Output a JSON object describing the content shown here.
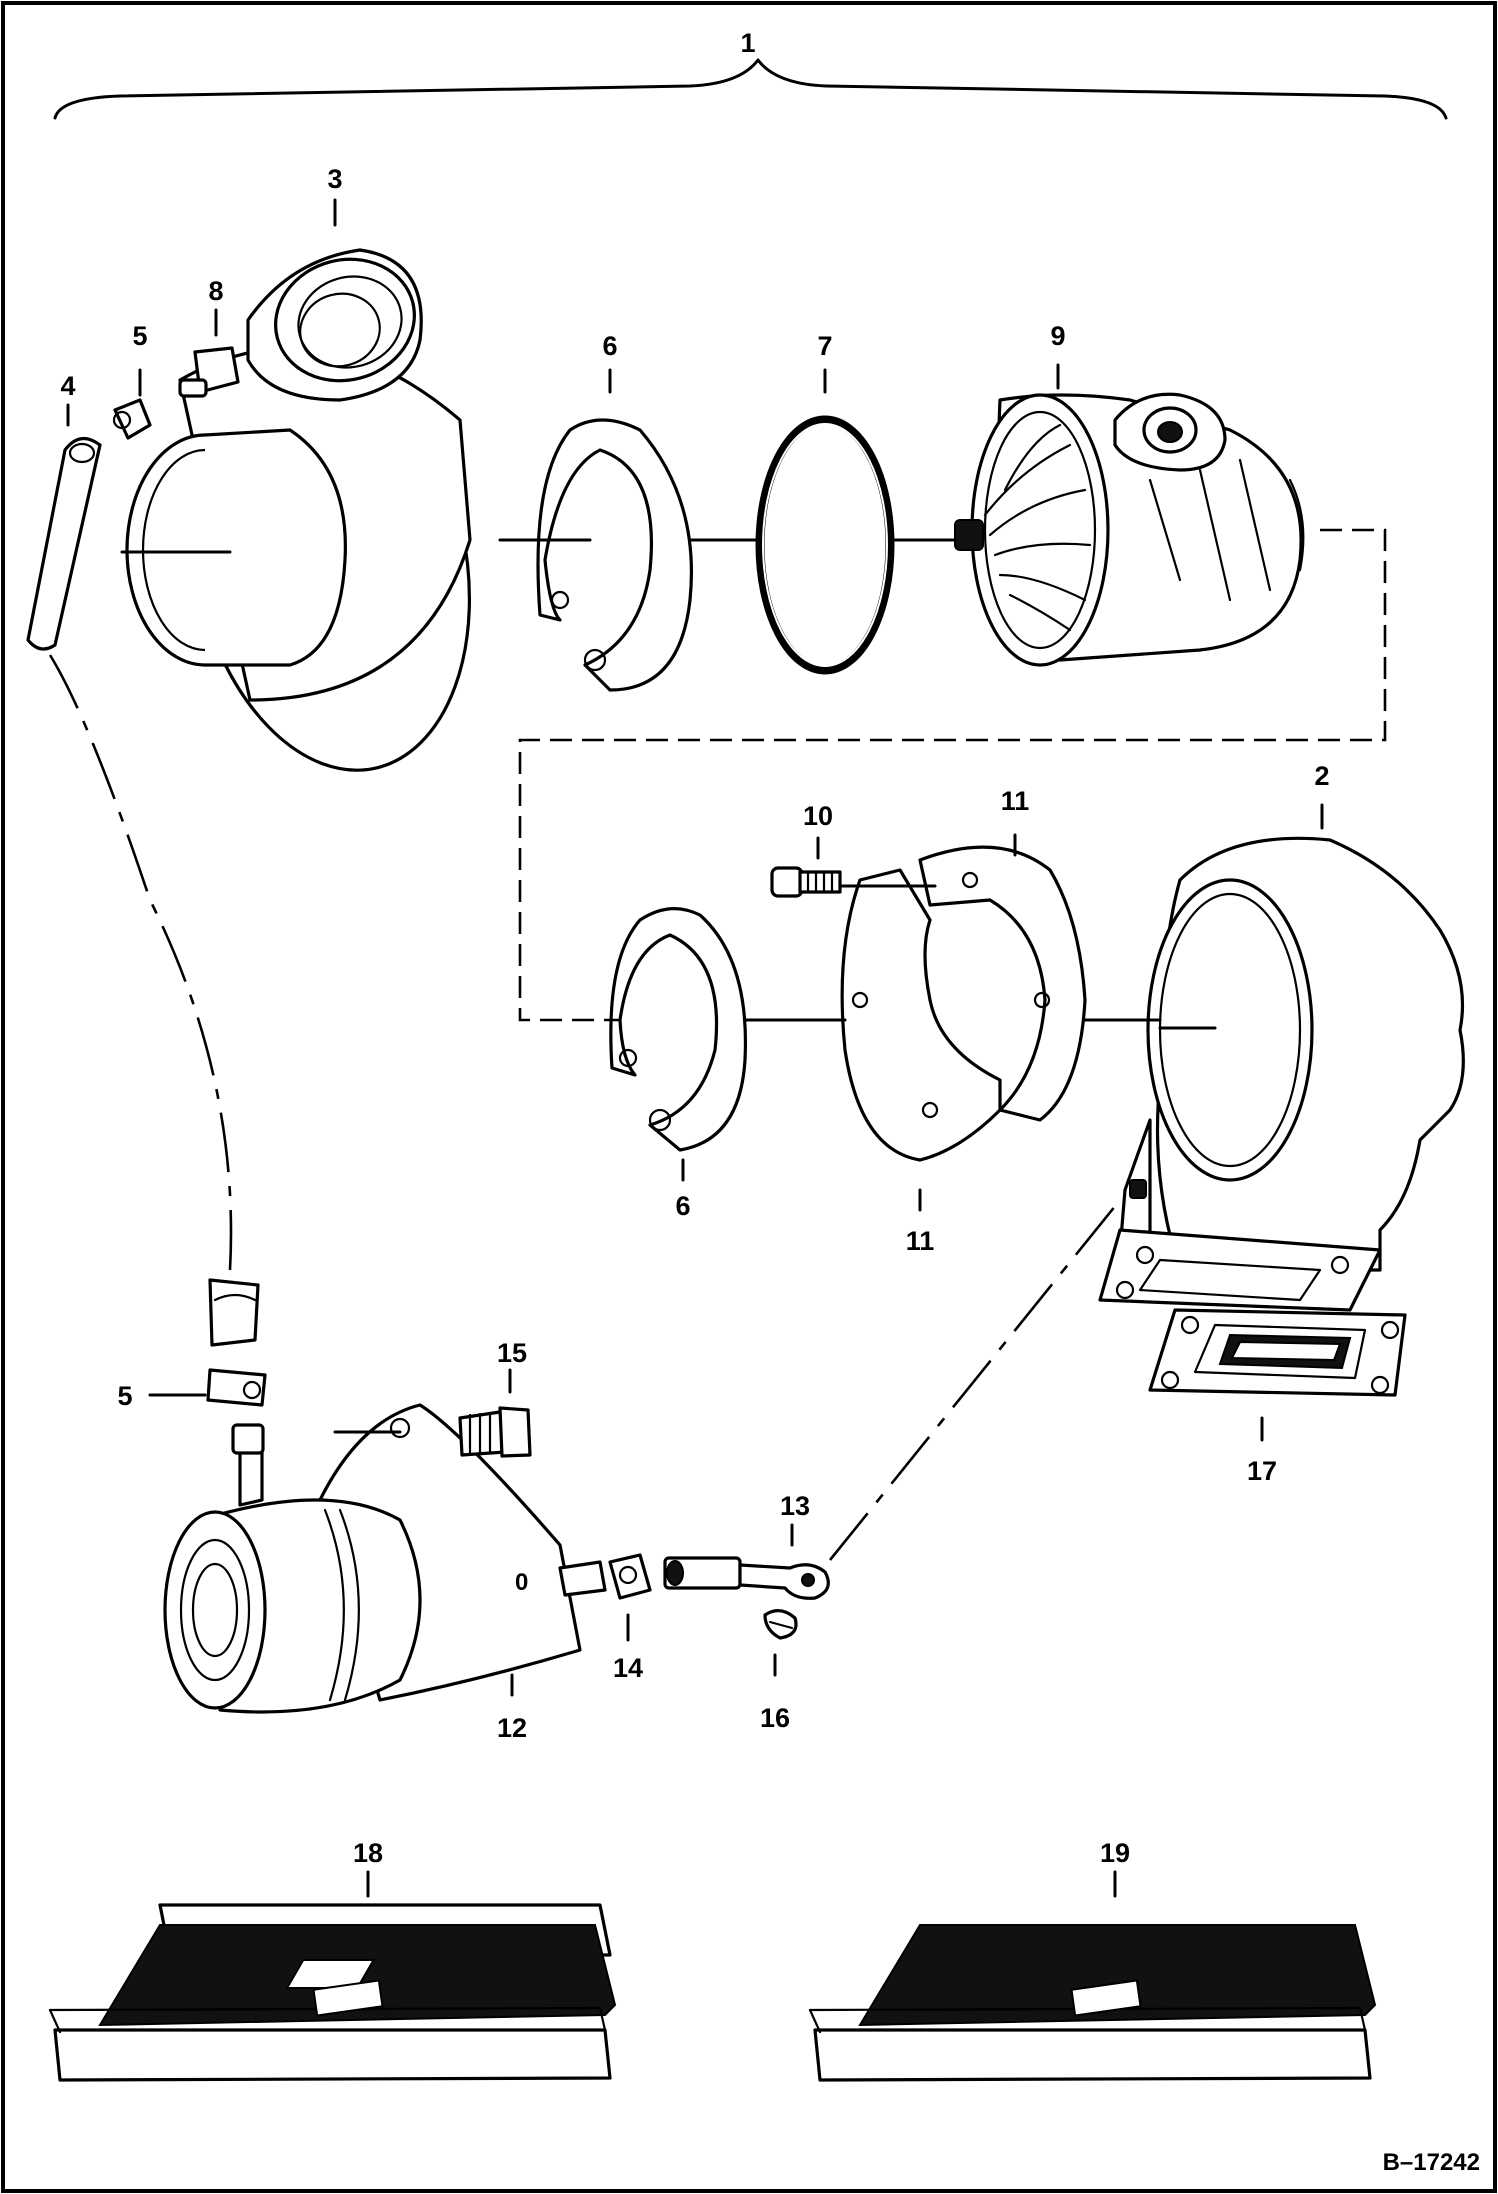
{
  "figure": {
    "reference": "B–17242",
    "callouts": [
      {
        "id": "c1",
        "text": "1"
      },
      {
        "id": "c3",
        "text": "3"
      },
      {
        "id": "c8",
        "text": "8"
      },
      {
        "id": "c5a",
        "text": "5"
      },
      {
        "id": "c4",
        "text": "4"
      },
      {
        "id": "c6a",
        "text": "6"
      },
      {
        "id": "c7",
        "text": "7"
      },
      {
        "id": "c9",
        "text": "9"
      },
      {
        "id": "c10",
        "text": "10"
      },
      {
        "id": "c11a",
        "text": "11"
      },
      {
        "id": "c2",
        "text": "2"
      },
      {
        "id": "c6b",
        "text": "6"
      },
      {
        "id": "c11b",
        "text": "11"
      },
      {
        "id": "c5b",
        "text": "5"
      },
      {
        "id": "c15",
        "text": "15"
      },
      {
        "id": "c17",
        "text": "17"
      },
      {
        "id": "c13",
        "text": "13"
      },
      {
        "id": "c14",
        "text": "14"
      },
      {
        "id": "c16",
        "text": "16"
      },
      {
        "id": "c12",
        "text": "12"
      },
      {
        "id": "c18",
        "text": "18"
      },
      {
        "id": "c19",
        "text": "19"
      }
    ]
  }
}
